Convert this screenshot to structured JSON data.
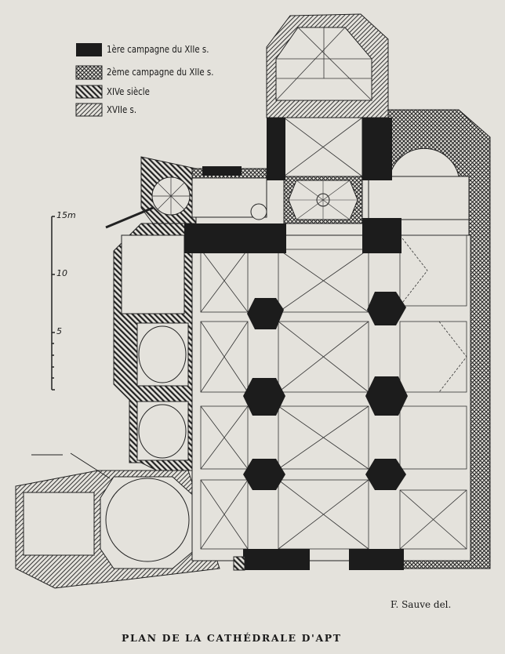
{
  "legend": {
    "items": [
      {
        "label": "1ère campagne du XIIe s.",
        "pattern": "solid"
      },
      {
        "label": "2ème campagne du XIIe s.",
        "pattern": "crosshatch"
      },
      {
        "label": "XIVe siècle",
        "pattern": "diagonal-right"
      },
      {
        "label": "XVIIe s.",
        "pattern": "diagonal-left"
      }
    ]
  },
  "scale": {
    "unit_label": "15m",
    "ticks": [
      "10",
      "5"
    ]
  },
  "credit": "F. Sauve del.",
  "caption": "PLAN DE LA CATHÉDRALE D'APT",
  "colors": {
    "paper": "#e4e2dc",
    "ink": "#1c1c1c"
  }
}
